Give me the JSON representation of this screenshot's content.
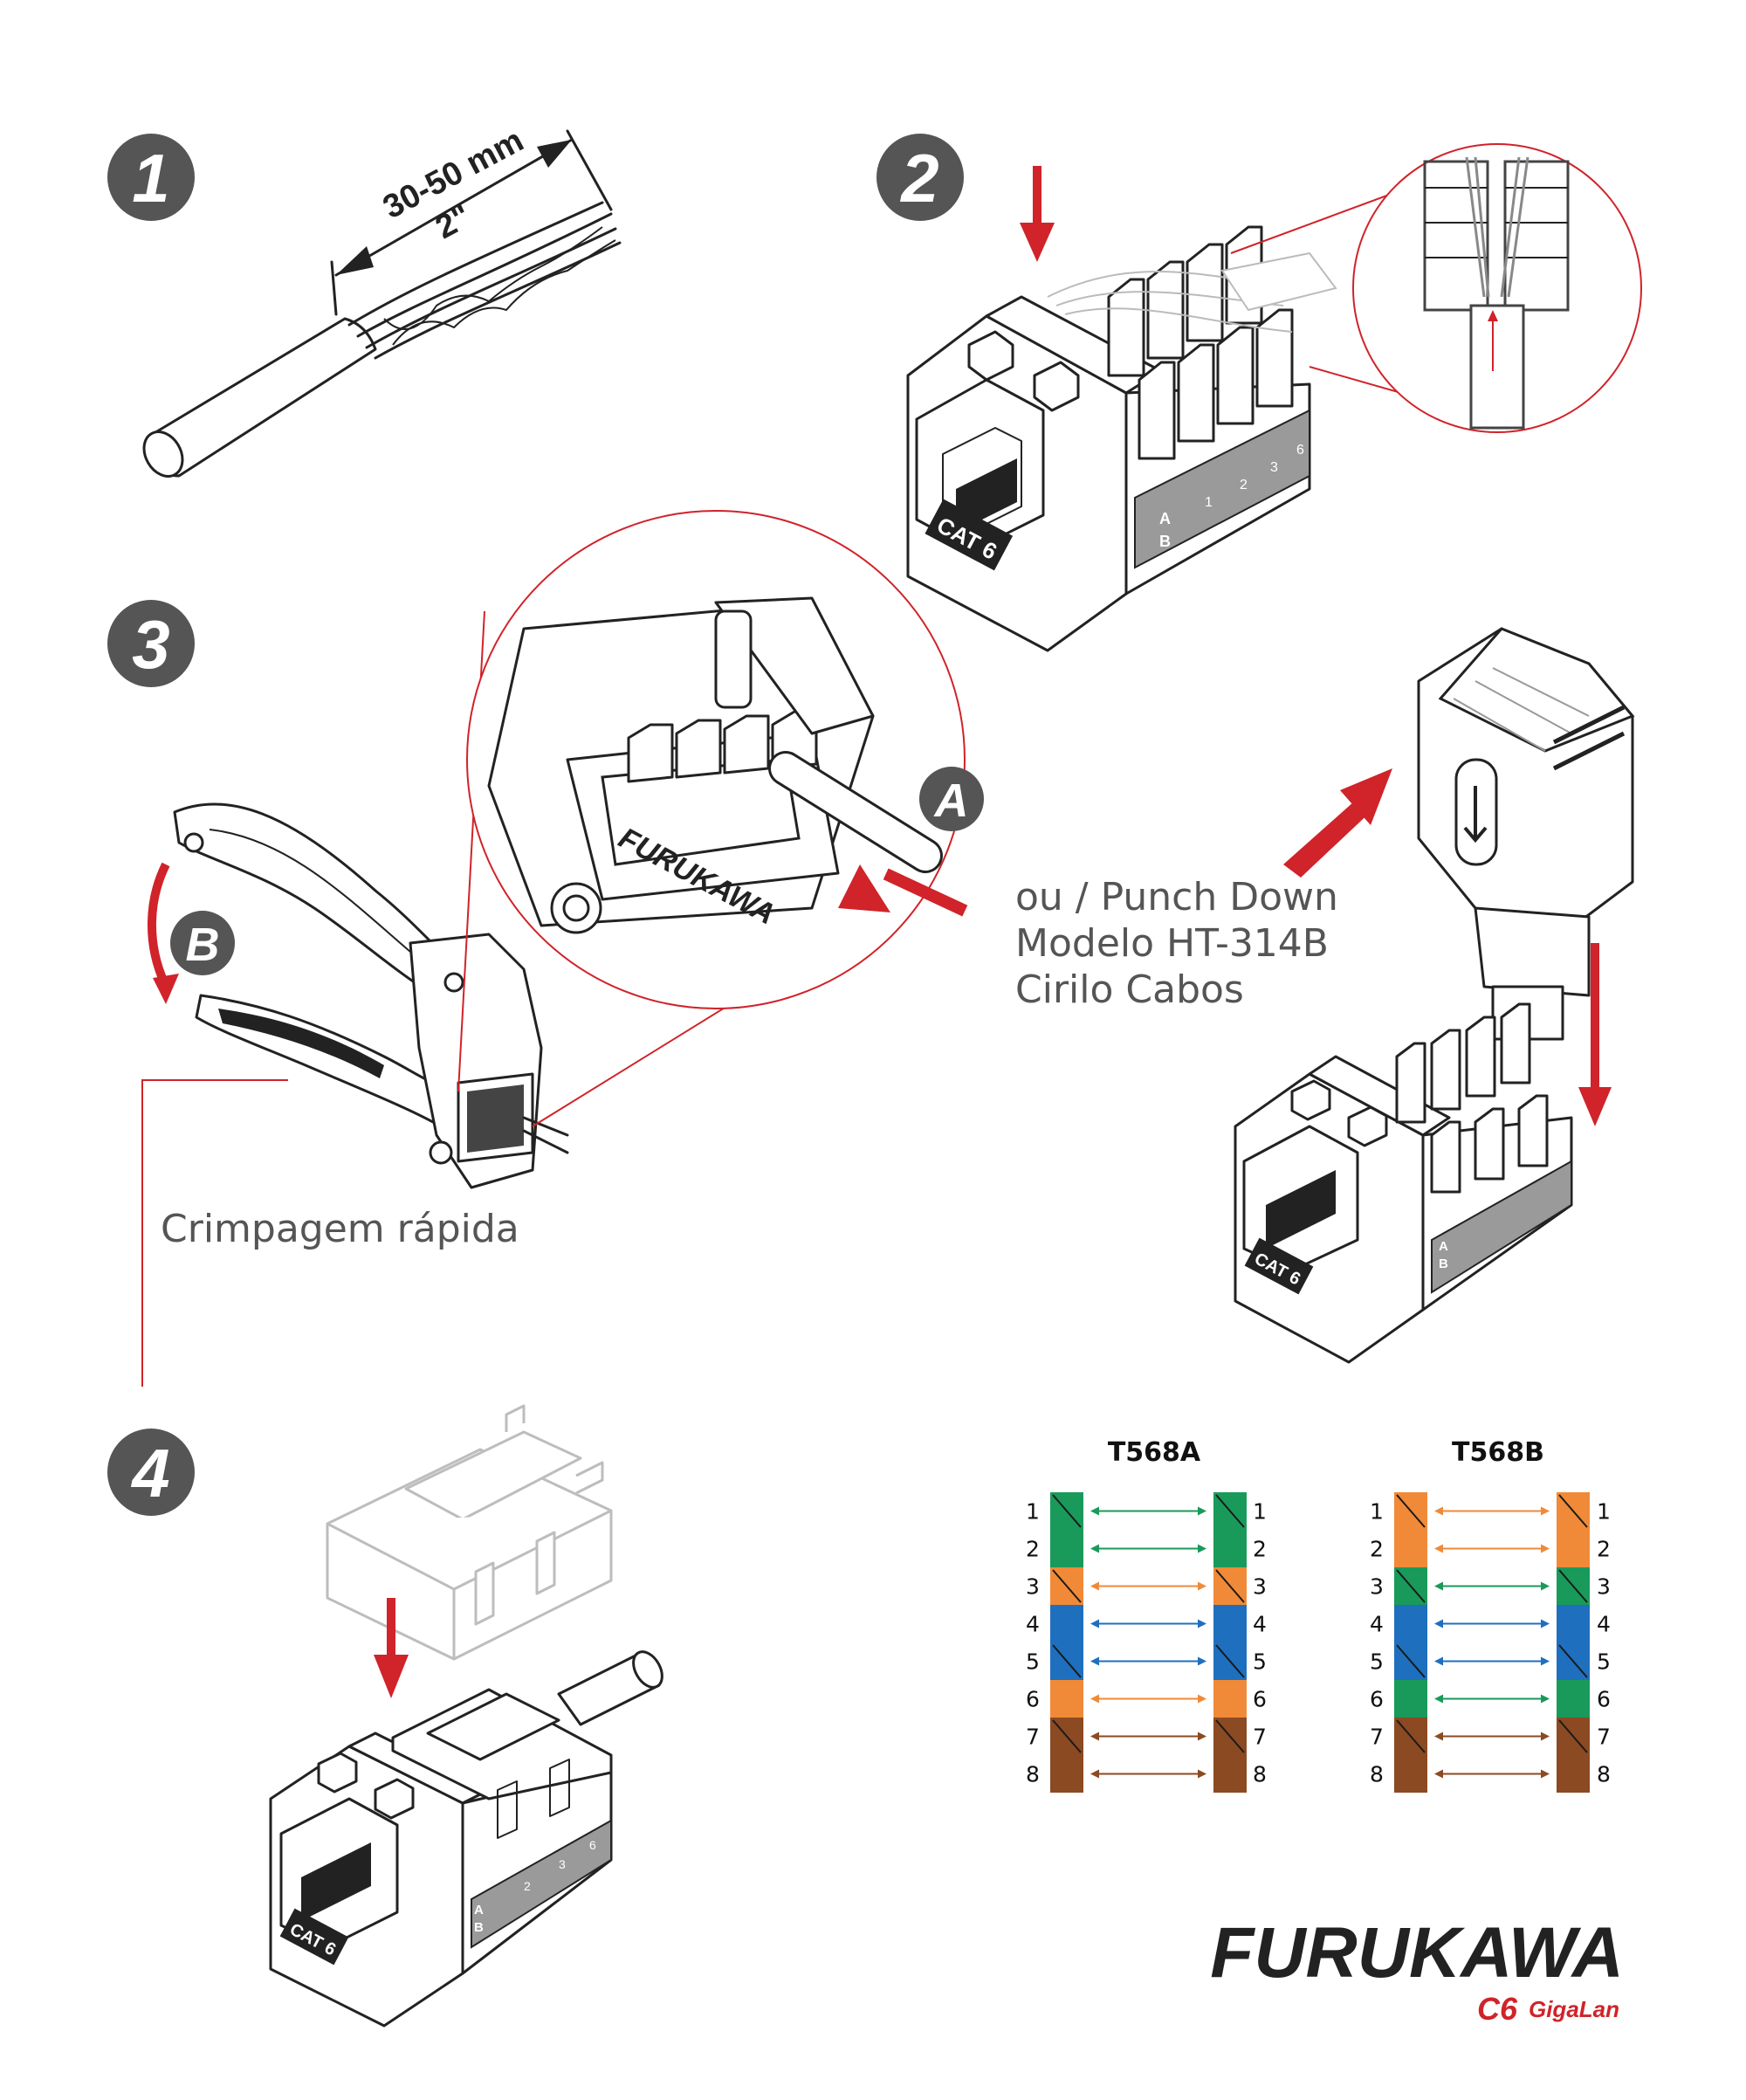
{
  "steps": [
    {
      "number": "1"
    },
    {
      "number": "2"
    },
    {
      "number": "3"
    },
    {
      "number": "4"
    }
  ],
  "step1": {
    "length_label": "30-50 mm",
    "inch_label": "2\""
  },
  "markers": {
    "a": "A",
    "b": "B"
  },
  "tool_brand": "FURUKAWA",
  "jack_badge": "CAT 6",
  "jack_label_rows": [
    "A",
    "B"
  ],
  "jack_pairs": [
    "1",
    "2",
    "3",
    "6"
  ],
  "punch_down": {
    "line1": "ou / Punch Down",
    "line2": "Modelo HT-314B",
    "line3": "Cirilo Cabos"
  },
  "crimp_label": "Crimpagem rápida",
  "wiring": {
    "t568a": {
      "title": "T568A",
      "pins": [
        {
          "n": "1",
          "base": "#ffffff",
          "stripe": "#1a9a5a",
          "striped": true
        },
        {
          "n": "2",
          "base": "#1a9a5a",
          "stripe": "#1a9a5a",
          "striped": false
        },
        {
          "n": "3",
          "base": "#ffffff",
          "stripe": "#f08a38",
          "striped": true
        },
        {
          "n": "4",
          "base": "#1f6fbf",
          "stripe": "#1f6fbf",
          "striped": false
        },
        {
          "n": "5",
          "base": "#ffffff",
          "stripe": "#1f6fbf",
          "striped": true
        },
        {
          "n": "6",
          "base": "#f08a38",
          "stripe": "#f08a38",
          "striped": false
        },
        {
          "n": "7",
          "base": "#ffffff",
          "stripe": "#8b4a22",
          "striped": true
        },
        {
          "n": "8",
          "base": "#8b4a22",
          "stripe": "#8b4a22",
          "striped": false
        }
      ]
    },
    "t568b": {
      "title": "T568B",
      "pins": [
        {
          "n": "1",
          "base": "#ffffff",
          "stripe": "#f08a38",
          "striped": true
        },
        {
          "n": "2",
          "base": "#f08a38",
          "stripe": "#f08a38",
          "striped": false
        },
        {
          "n": "3",
          "base": "#ffffff",
          "stripe": "#1a9a5a",
          "striped": true
        },
        {
          "n": "4",
          "base": "#1f6fbf",
          "stripe": "#1f6fbf",
          "striped": false
        },
        {
          "n": "5",
          "base": "#ffffff",
          "stripe": "#1f6fbf",
          "striped": true
        },
        {
          "n": "6",
          "base": "#1a9a5a",
          "stripe": "#1a9a5a",
          "striped": false
        },
        {
          "n": "7",
          "base": "#ffffff",
          "stripe": "#8b4a22",
          "striped": true
        },
        {
          "n": "8",
          "base": "#8b4a22",
          "stripe": "#8b4a22",
          "striped": false
        }
      ]
    }
  },
  "logo": {
    "brand": "FURUKAWA",
    "product_prefix": "C6",
    "product_name": "GigaLan"
  },
  "colors": {
    "accent_red": "#d0232a",
    "step_badge": "#555555",
    "callout_text": "#555555"
  }
}
